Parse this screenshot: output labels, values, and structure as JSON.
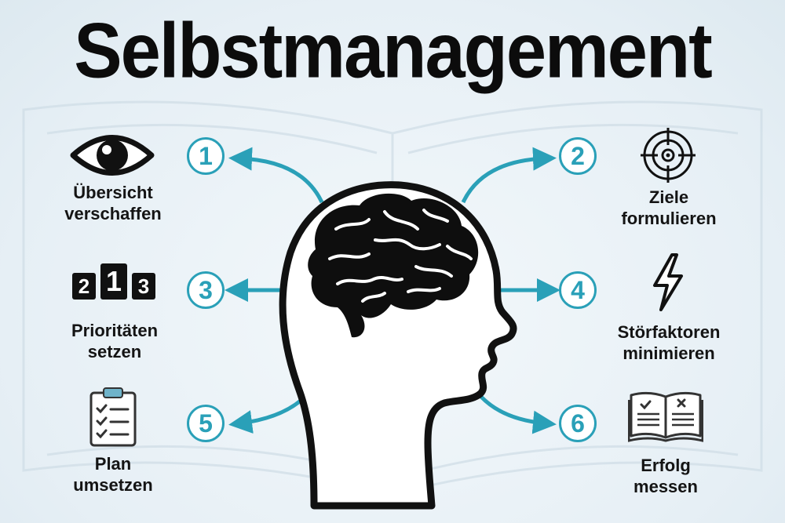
{
  "title": "Selbstmanagement",
  "accent_color": "#2aa0b8",
  "steps": [
    {
      "number": "1",
      "line1": "Übersicht",
      "line2": "verschaffen",
      "icon": "eye-icon"
    },
    {
      "number": "2",
      "line1": "Ziele",
      "line2": "formulieren",
      "icon": "target-icon"
    },
    {
      "number": "3",
      "line1": "Prioritäten",
      "line2": "setzen",
      "icon": "podium-icon"
    },
    {
      "number": "4",
      "line1": "Störfaktoren",
      "line2": "minimieren",
      "icon": "lightning-icon"
    },
    {
      "number": "5",
      "line1": "Plan",
      "line2": "umsetzen",
      "icon": "clipboard-checklist-icon"
    },
    {
      "number": "6",
      "line1": "Erfolg",
      "line2": "messen",
      "icon": "open-book-icon"
    }
  ],
  "podium": {
    "left": "2",
    "center": "1",
    "right": "3"
  }
}
